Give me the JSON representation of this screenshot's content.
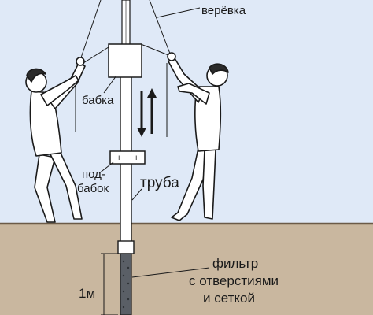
{
  "colors": {
    "sky": "#dfe9f7",
    "ground": "#c9b79f",
    "ground_line": "#6b5a47",
    "pipe": "#ffffff",
    "filter": "#5a5f66",
    "ink": "#1a1a1a"
  },
  "labels": {
    "rope": "верёвка",
    "babka": "бабка",
    "podbabok_line1": "под-",
    "podbabok_line2": "бабок",
    "pipe": "труба",
    "filter_line1": "фильтр",
    "filter_line2": "с отверстиями",
    "filter_line3": "и сеткой",
    "depth": "1м"
  },
  "arrows": {
    "up": "arrow-up-icon",
    "down": "arrow-down-icon"
  }
}
